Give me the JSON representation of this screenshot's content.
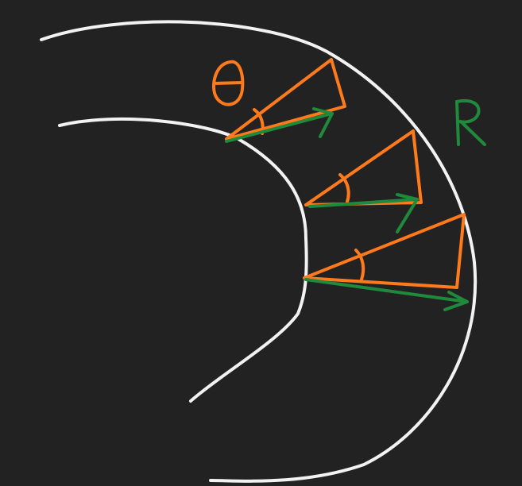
{
  "colors": {
    "background": "#222222",
    "boundary": "#f2f2f2",
    "triangle": "#ff7a1a",
    "arrow": "#1f8a3b"
  },
  "labels": {
    "theta": "θ",
    "r": "R"
  },
  "icons": {
    "theta_label": "theta-handwritten-glyph",
    "r_label": "r-handwritten-glyph"
  }
}
